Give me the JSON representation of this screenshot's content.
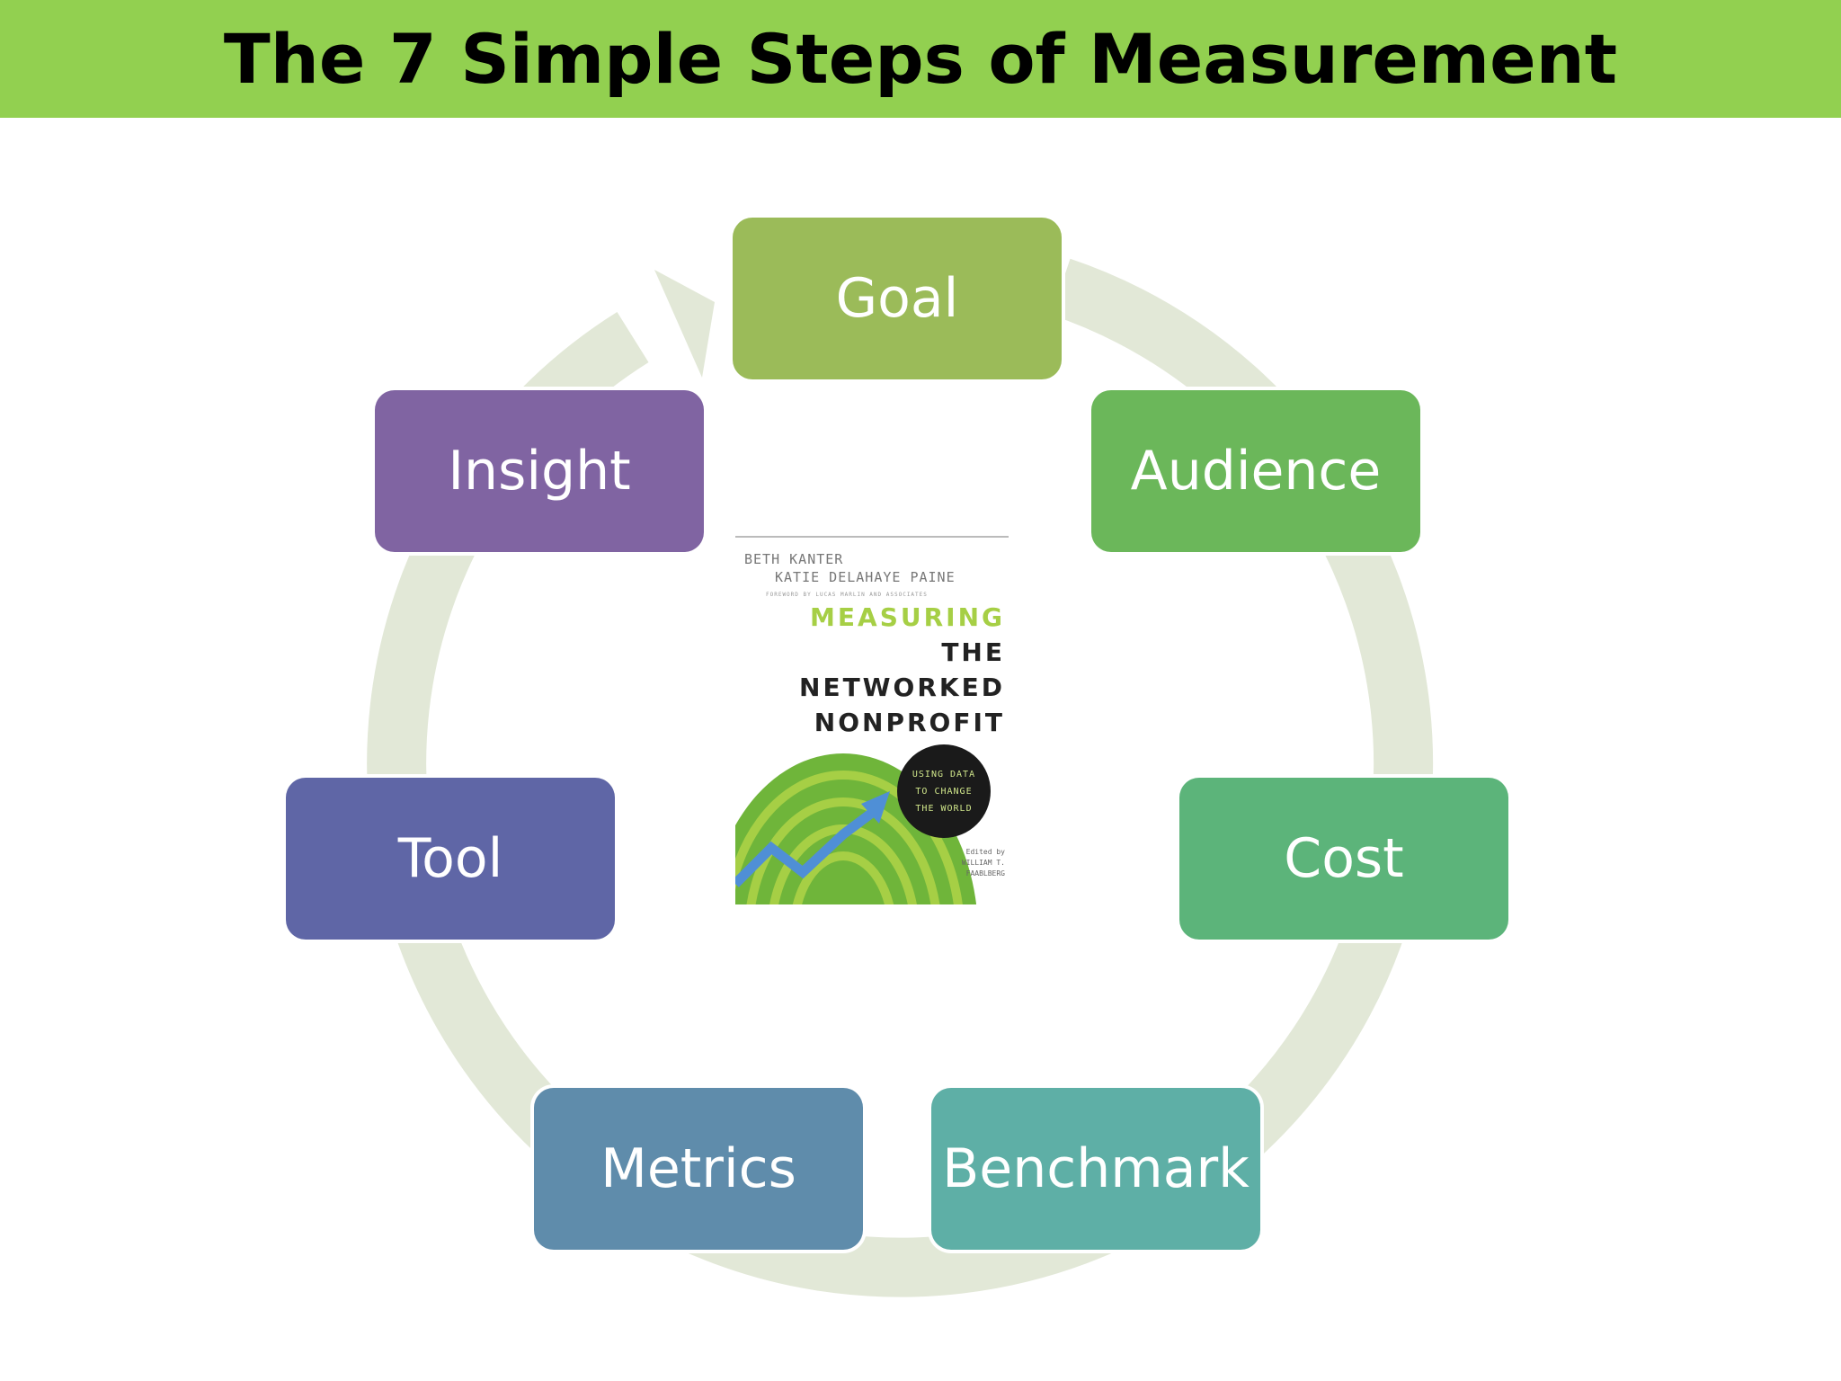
{
  "title": "The 7 Simple Steps of Measurement",
  "steps": [
    {
      "label": "Goal",
      "color": "#9bbb59"
    },
    {
      "label": "Audience",
      "color": "#6bb75a"
    },
    {
      "label": "Cost",
      "color": "#5cb47a"
    },
    {
      "label": "Benchmark",
      "color": "#5eafa6"
    },
    {
      "label": "Metrics",
      "color": "#5f8cab"
    },
    {
      "label": "Tool",
      "color": "#5f66a6"
    },
    {
      "label": "Insight",
      "color": "#8064a2"
    }
  ],
  "ring_color": "#e2e8d7",
  "book": {
    "author_1": "BETH KANTER",
    "author_2": "KATIE DELAHAYE PAINE",
    "foreword": "FOREWORD BY LUCAS MARLIN AND ASSOCIATES",
    "title_line_1": "MEASURING",
    "title_line_2": "THE",
    "title_line_3": "NETWORKED",
    "title_line_4": "NONPROFIT",
    "badge_line_1": "USING DATA",
    "badge_line_2": "TO CHANGE",
    "badge_line_3": "THE WORLD",
    "editor_line_1": "Edited by",
    "editor_line_2": "WILLIAM T.",
    "editor_line_3": "FAABLBERG",
    "accent_color": "#a6cf45",
    "arrow_color": "#4f8fd6"
  }
}
